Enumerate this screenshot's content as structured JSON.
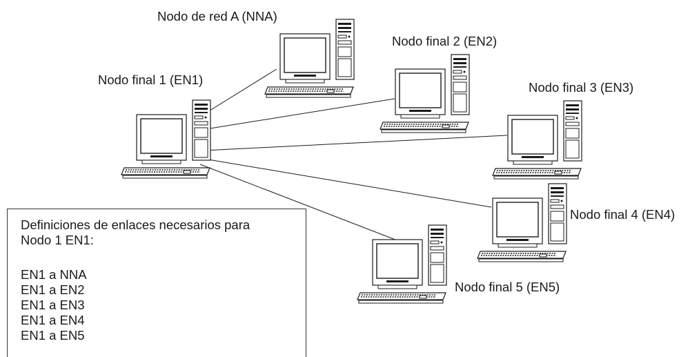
{
  "nodes": {
    "nna": "Nodo de red A (NNA)",
    "en1": "Nodo final 1 (EN1)",
    "en2": "Nodo final 2 (EN2)",
    "en3": "Nodo final 3 (EN3)",
    "en4": "Nodo final 4 (EN4)",
    "en5": "Nodo final 5 (EN5)"
  },
  "legend": {
    "heading_line1": "Definiciones de enlaces necesarios para",
    "heading_line2": "Nodo 1 EN1:",
    "links": [
      "EN1 a NNA",
      "EN1 a EN2",
      "EN1 a EN3",
      "EN1 a EN4",
      "EN1 a EN5"
    ]
  },
  "icons": {
    "computer": "desktop-computer-icon"
  },
  "colors": {
    "line": "#1a1a1a",
    "fill": "#ffffff"
  }
}
